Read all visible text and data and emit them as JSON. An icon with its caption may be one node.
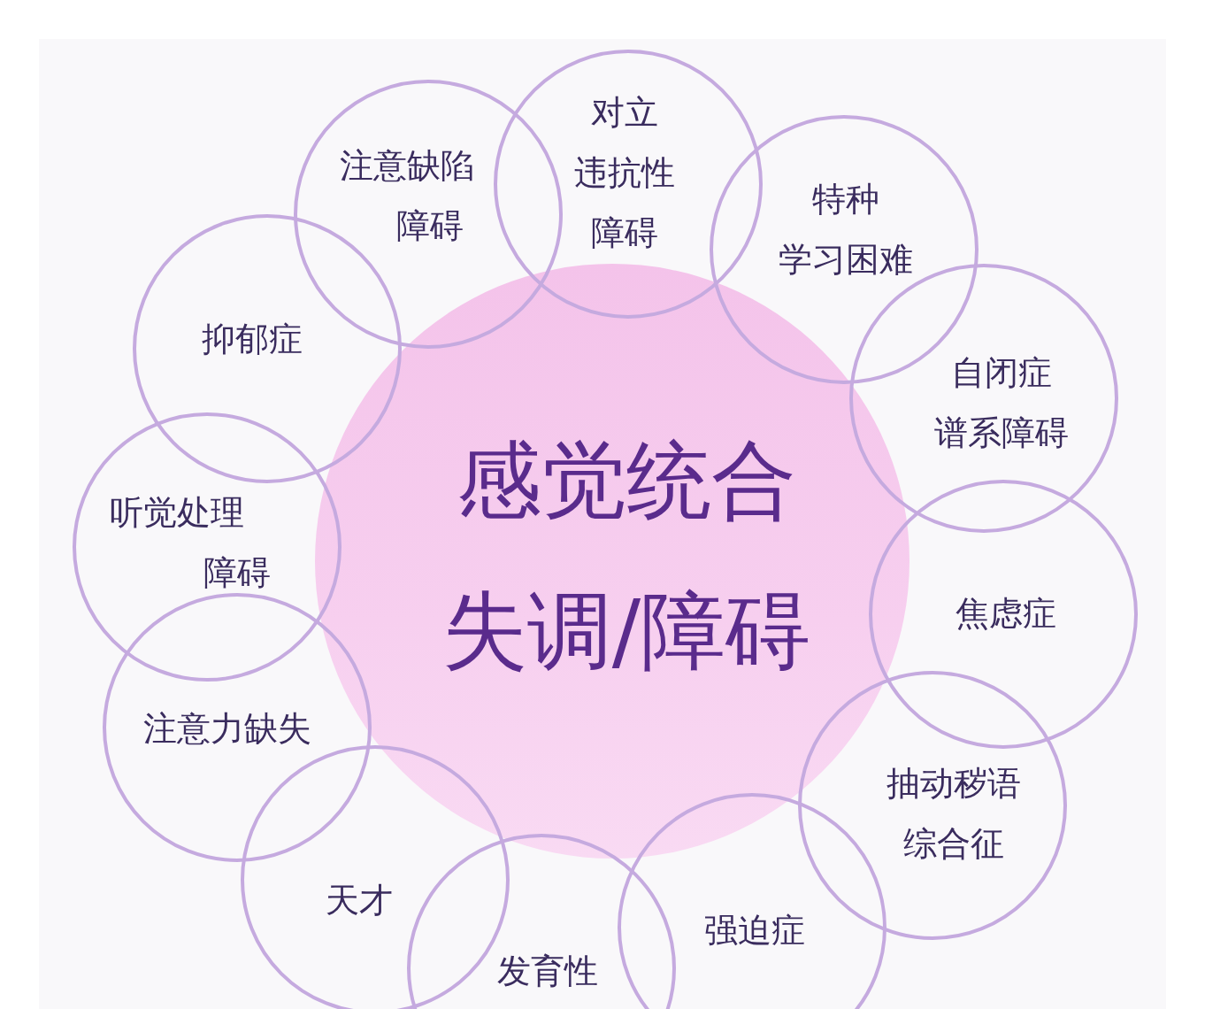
{
  "diagram": {
    "nodes": [
      {
        "text": [
          "感觉统合失调/障碍"
        ]
      },
      {
        "text": [
          "注意缺陷障碍"
        ]
      },
      {
        "text": [
          "对立违抗性障碍"
        ]
      },
      {
        "text": [
          "特种学习困难"
        ]
      },
      {
        "text": [
          "自闭症谱系障碍"
        ]
      },
      {
        "text": [
          "焦虑症"
        ]
      },
      {
        "text": [
          "抽动秽语综合征"
        ]
      },
      {
        "text": [
          "强迫症"
        ]
      },
      {
        "text": [
          "发育性"
        ]
      },
      {
        "text": [
          "天才"
        ]
      },
      {
        "text": [
          "注意力缺失"
        ]
      },
      {
        "text": [
          "听觉处理障碍"
        ]
      },
      {
        "text": [
          "抑郁症"
        ]
      }
    ]
  }
}
